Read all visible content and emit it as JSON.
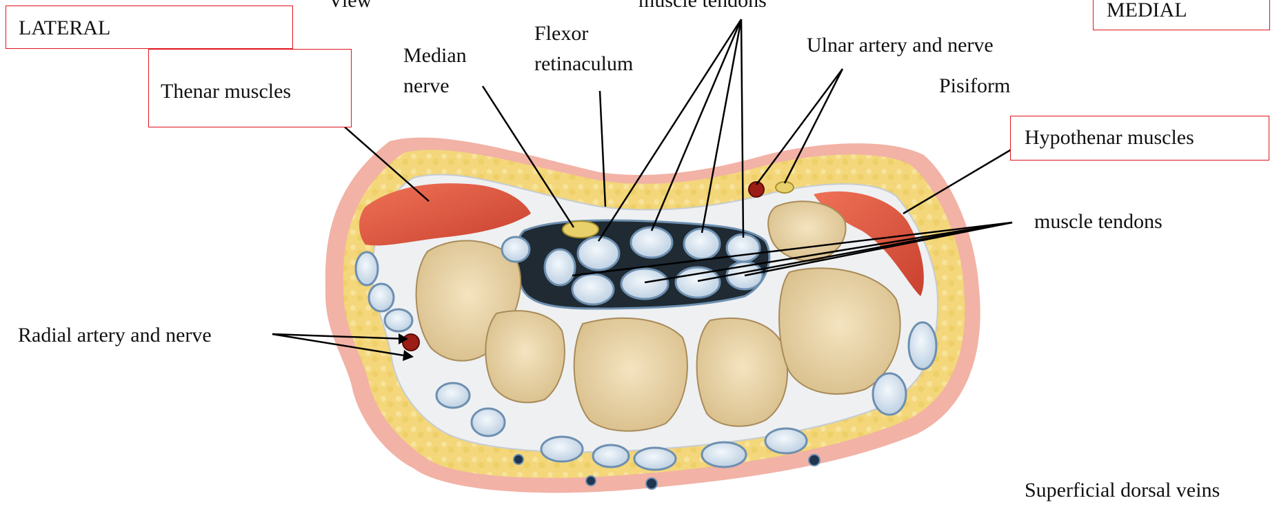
{
  "labels": {
    "view_partial": "View",
    "tendons_top_partial": "muscle tendons",
    "lateral": "LATERAL",
    "medial": "MEDIAL",
    "thenar": "Thenar muscles",
    "median_line1": "Median",
    "median_line2": "nerve",
    "flexor_line1": "Flexor",
    "flexor_line2": "retinaculum",
    "ulnar": "Ulnar artery and nerve",
    "pisiform": "Pisiform",
    "hypothenar": "Hypothenar muscles",
    "tendons_right": "muscle tendons",
    "radial": "Radial artery and nerve",
    "superficial": "Superficial dorsal veins"
  },
  "colors": {
    "outline_box": "#e0131a",
    "skin": "#f2b2a6",
    "fat": "#f3d77a",
    "muscle": "#e2553f",
    "bone": "#e8d3a8",
    "tendon": "#d9e6f2",
    "sheath": "#6d8fb0",
    "tunnel": "#1f2a33",
    "artery": "#9c1d16",
    "nerve": "#e8d06a"
  }
}
